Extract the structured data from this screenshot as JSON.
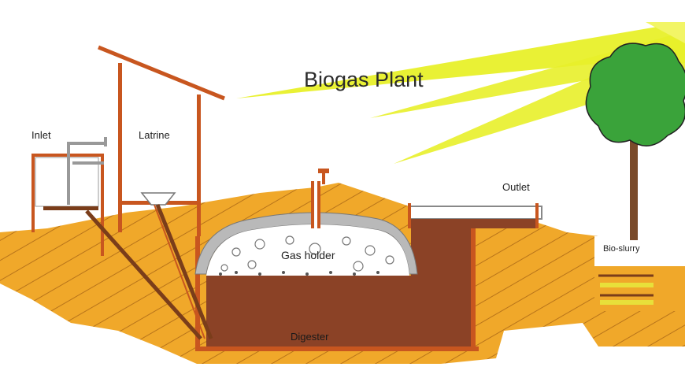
{
  "title": "Biogas Plant",
  "labels": {
    "inlet": "Inlet",
    "latrine": "Latrine",
    "gas_holder": "Gas holder",
    "outlet": "Outlet",
    "bio_slurry": "Bio-slurry",
    "digester": "Digester"
  },
  "colors": {
    "soil": "#f0a82a",
    "soil_stripe": "#b8741a",
    "slurry": "#8b4226",
    "gas_dome": "#ffffff",
    "concrete": "#b9b9b9",
    "wood": "#c8561f",
    "sun_ray": "#e8f02a",
    "tree_leaves": "#3aa33a",
    "tree_trunk": "#7a4a2a"
  }
}
